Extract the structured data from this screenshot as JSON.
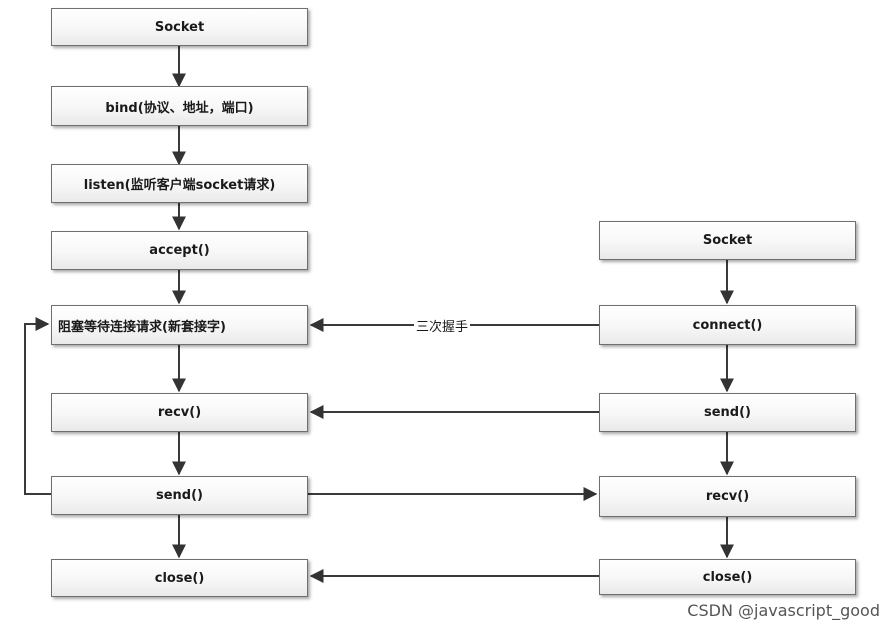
{
  "server": {
    "socket": "Socket",
    "bind": "bind(协议、地址，端口)",
    "listen": "listen(监听客户端socket请求)",
    "accept": "accept()",
    "wait": "阻塞等待连接请求(新套接字)",
    "recv": "recv()",
    "send": "send()",
    "close": "close()"
  },
  "client": {
    "socket": "Socket",
    "connect": "connect()",
    "send": "send()",
    "recv": "recv()",
    "close": "close()"
  },
  "edges": {
    "handshake_label": "三次握手"
  },
  "watermark": "CSDN @javascript_good"
}
